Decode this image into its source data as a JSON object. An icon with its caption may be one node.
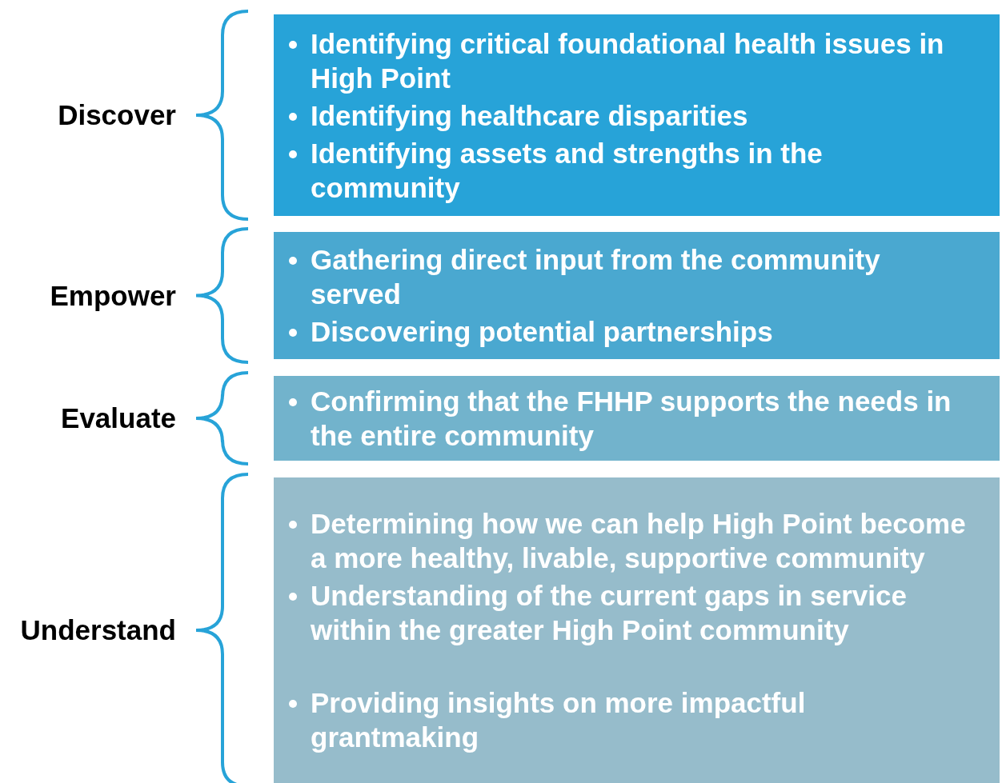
{
  "diagram": {
    "nodes": [
      {
        "text": [
          "Identifying critical foundational health issues in High Point",
          "Identifying healthcare disparities",
          "Identifying assets and strengths in the community"
        ],
        "beside": [
          "Discover"
        ]
      },
      {
        "text": [
          "Gathering direct input from the community served",
          "Discovering potential partnerships"
        ],
        "beside": [
          "Empower"
        ]
      },
      {
        "text": [
          "Confirming that the FHHP supports the needs in the entire community"
        ],
        "beside": [
          "Evaluate"
        ]
      },
      {
        "text": [
          "Determining how we can help High Point become a more healthy, livable, supportive community",
          "Understanding of the current gaps in service within the greater High Point community",
          "Providing insights on more impactful grantmaking"
        ],
        "beside": [
          "Understand"
        ]
      }
    ]
  }
}
